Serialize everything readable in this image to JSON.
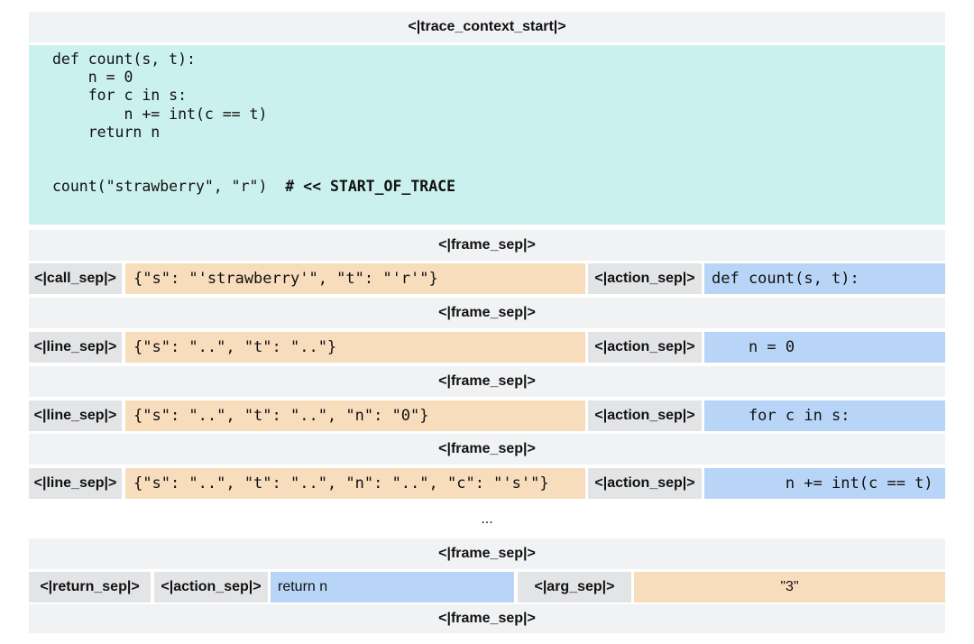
{
  "header": {
    "title": "<|trace_context_start|>"
  },
  "context": {
    "lines": [
      "def count(s, t):",
      "    n = 0",
      "    for c in s:",
      "        n += int(c == t)",
      "    return n",
      "",
      ""
    ],
    "call_line": "count(\"strawberry\", \"r\")  ",
    "marker": "# << START_OF_TRACE"
  },
  "tokens": {
    "frame_sep": "<|frame_sep|>",
    "call_sep": "<|call_sep|>",
    "line_sep": "<|line_sep|>",
    "action_sep": "<|action_sep|>",
    "return_sep": "<|return_sep|>",
    "arg_sep": "<|arg_sep|>"
  },
  "frames": [
    {
      "state": "{\"s\": \"'strawberry'\", \"t\": \"'r'\"}",
      "code": "def count(s, t):"
    },
    {
      "state": "{\"s\": \"..\", \"t\": \"..\"}",
      "code": "    n = 0"
    },
    {
      "state": "{\"s\": \"..\", \"t\": \"..\", \"n\": \"0\"}",
      "code": "    for c in s:"
    },
    {
      "state": "{\"s\": \"..\", \"t\": \"..\", \"n\": \"..\", \"c\": \"'s'\"}",
      "code": "        n += int(c == t)"
    }
  ],
  "ellipsis": "...",
  "return_frame": {
    "code": "return n",
    "arg": "\"3\""
  }
}
